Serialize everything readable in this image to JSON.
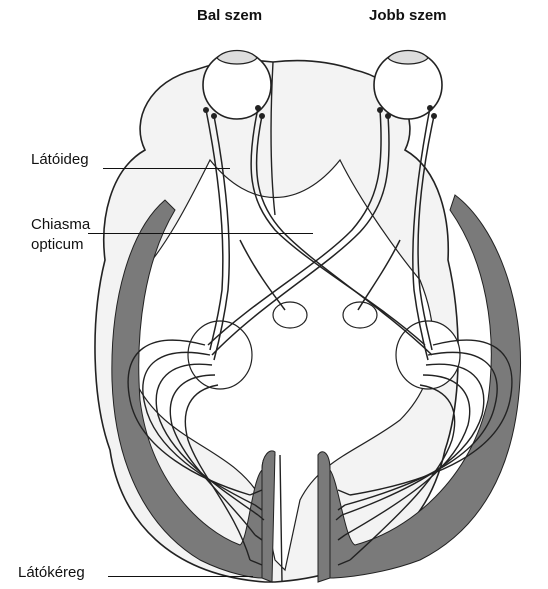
{
  "labels": {
    "left_eye": "Bal szem",
    "right_eye": "Jobb szem",
    "optic_nerve": "Látóideg",
    "chiasma_line1": "Chiasma",
    "chiasma_line2": "opticum",
    "visual_cortex": "Látókéreg"
  },
  "colors": {
    "outline": "#222222",
    "cortex": "#7a7a7a",
    "brain_fill": "#f3f3f3",
    "inner_fill": "#ffffff"
  }
}
